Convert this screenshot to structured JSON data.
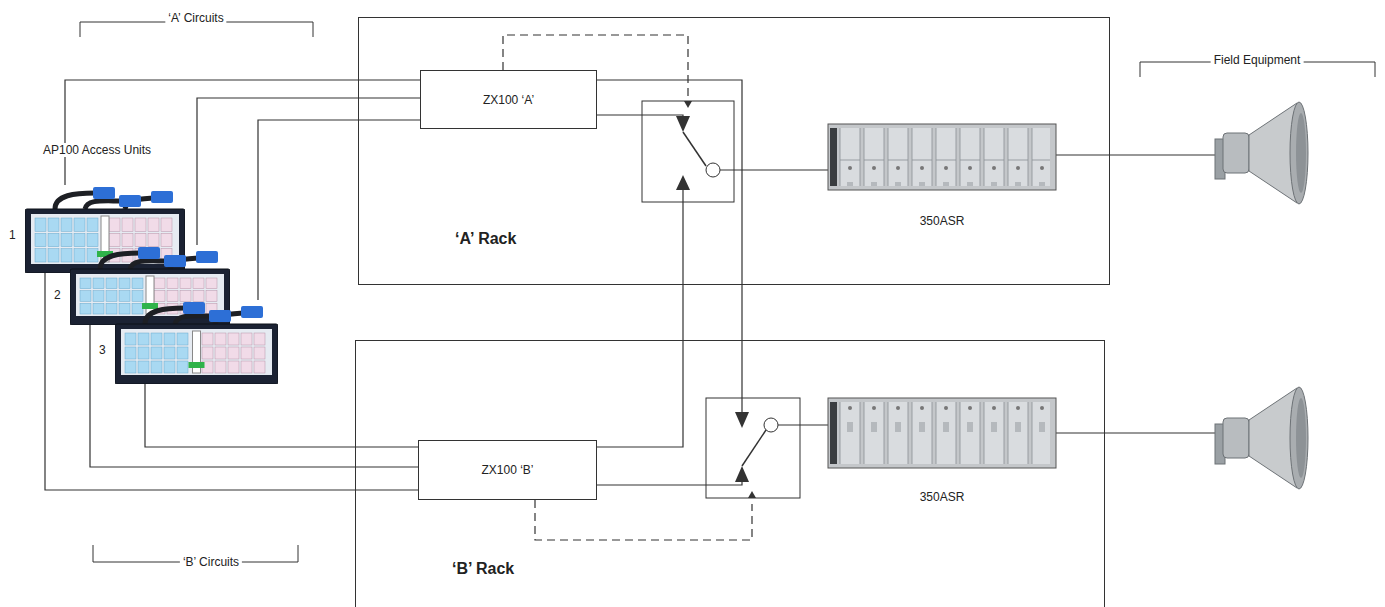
{
  "diagram": {
    "nodes": [
      {
        "text": [
          "‘A’ Rack"
        ]
      },
      {
        "text": [
          "ZX100 ‘A’"
        ],
        "in": 0
      },
      {
        "text": [
          "350ASR"
        ],
        "in": 0
      },
      {
        "text": [
          "‘B’ Rack"
        ]
      },
      {
        "text": [
          "ZX100 ‘B’"
        ],
        "in": 3
      },
      {
        "text": [
          "350ASR"
        ],
        "in": 3
      },
      {
        "text": [
          "1"
        ]
      },
      {
        "text": [
          "2"
        ]
      },
      {
        "text": [
          "3"
        ]
      }
    ],
    "edges": [
      {
        "from": 6,
        "to": 1,
        "arrow": "none"
      },
      {
        "from": 7,
        "to": 1,
        "arrow": "none"
      },
      {
        "from": 8,
        "to": 1,
        "arrow": "none"
      },
      {
        "from": 8,
        "to": 4,
        "arrow": "none"
      },
      {
        "from": 7,
        "to": 4,
        "arrow": "none"
      },
      {
        "from": 6,
        "to": 4,
        "arrow": "none"
      }
    ],
    "labels": [
      "‘A’ Circuits",
      "Field Equipment",
      "AP100 Access Units",
      "‘B’ Circuits"
    ]
  }
}
